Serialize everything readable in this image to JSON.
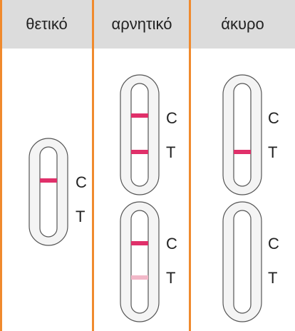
{
  "columns": [
    {
      "key": "positive",
      "title": "θετικό"
    },
    {
      "key": "negative",
      "title": "αρνητικό"
    },
    {
      "key": "invalid",
      "title": "άκυρο"
    }
  ],
  "labels": {
    "control": "C",
    "test": "T"
  },
  "colors": {
    "divider": "#f08a2d",
    "header_bg": "#dcdcdc",
    "line_strong": "#e0306a",
    "line_faint": "#f2b8c8",
    "outline": "#555555"
  },
  "tests": [
    {
      "id": "positive-1",
      "column": "positive",
      "lines": [
        {
          "label": "C",
          "intensity": "strong"
        }
      ]
    },
    {
      "id": "negative-1",
      "column": "negative",
      "lines": [
        {
          "label": "C",
          "intensity": "strong"
        },
        {
          "label": "T",
          "intensity": "strong"
        }
      ]
    },
    {
      "id": "negative-2",
      "column": "negative",
      "lines": [
        {
          "label": "C",
          "intensity": "strong"
        },
        {
          "label": "T",
          "intensity": "faint"
        }
      ]
    },
    {
      "id": "invalid-1",
      "column": "invalid",
      "lines": [
        {
          "label": "T",
          "intensity": "strong"
        }
      ]
    },
    {
      "id": "invalid-2",
      "column": "invalid",
      "lines": []
    }
  ]
}
